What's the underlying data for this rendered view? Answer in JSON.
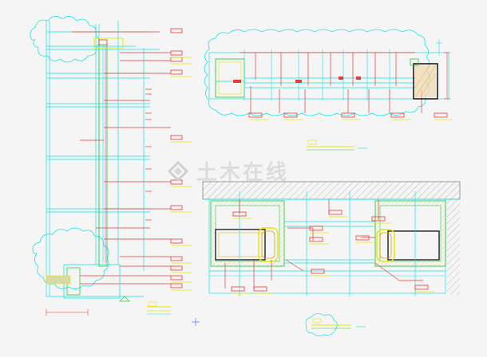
{
  "watermark": {
    "text": "土木在线"
  },
  "colors": {
    "background": "#f5f5f5",
    "cyan": "#19e3e3",
    "red": "#e83a3a",
    "yellow": "#e6e600",
    "green": "#2ecc40",
    "magenta": "#d21ed2",
    "blue": "#3060ff",
    "dark": "#202020",
    "hatch": "#b0b0b0"
  },
  "views": [
    {
      "name": "vertical-section",
      "title_mark": "yellow-title"
    },
    {
      "name": "top-horizontal-section",
      "title_mark": "yellow-title"
    },
    {
      "name": "bottom-horizontal-section",
      "title_mark": "yellow-title"
    }
  ]
}
